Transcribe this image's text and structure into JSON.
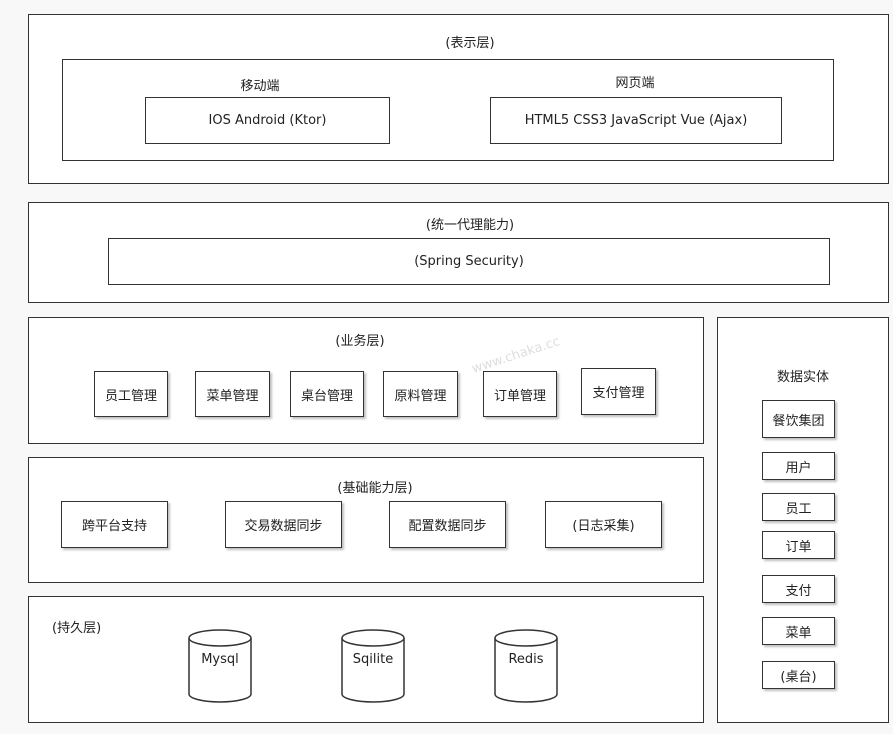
{
  "presentation": {
    "title": "(表示层)",
    "mobile": {
      "label": "移动端",
      "content": "IOS Android  (Ktor)"
    },
    "web": {
      "label": "网页端",
      "content": "HTML5 CSS3 JavaScript  Vue (Ajax)"
    }
  },
  "proxy": {
    "title": "(统一代理能力)",
    "content": "(Spring Security)"
  },
  "business": {
    "title": "(业务层)",
    "items": [
      "员工管理",
      "菜单管理",
      "桌台管理",
      "原料管理",
      "订单管理",
      "支付管理"
    ]
  },
  "base": {
    "title": "(基础能力层)",
    "items": [
      "跨平台支持",
      "交易数据同步",
      "配置数据同步",
      "(日志采集)"
    ]
  },
  "persistence": {
    "title": "(持久层)",
    "dbs": [
      "Mysql",
      "Sqilite",
      "Redis"
    ]
  },
  "entities": {
    "title": "数据实体",
    "items": [
      "餐饮集团",
      "用户",
      "员工",
      "订单",
      "支付",
      "菜单",
      "(桌台)"
    ]
  },
  "watermark": "www.chaka.cc"
}
